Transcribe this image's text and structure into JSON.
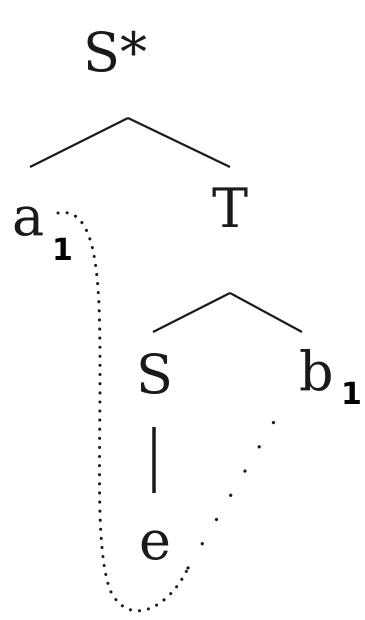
{
  "nodes": {
    "root": "S*",
    "left_leaf": "a",
    "left_leaf_index": "1",
    "right_child": "T",
    "inner_s": "S",
    "right_leaf": "b",
    "right_leaf_index": "1",
    "empty": "e"
  }
}
